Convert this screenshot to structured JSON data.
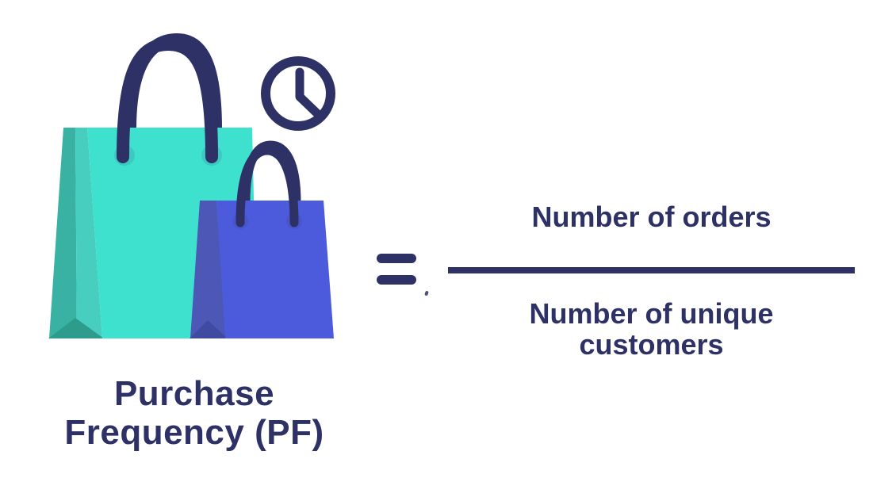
{
  "title": "Purchase Frequency (PF) formula infographic",
  "label": {
    "line1": "Purchase",
    "line2": "Frequency (PF)"
  },
  "equation": {
    "equals_symbol": "=",
    "numerator": "Number of orders",
    "denominator": "Number of unique customers",
    "denominator_lines": [
      "Number of unique",
      "customers"
    ]
  },
  "icons": [
    "shopping-bag-large-icon",
    "shopping-bag-small-icon",
    "clock-icon"
  ],
  "colors": {
    "navy": "#2d3166",
    "teal_front": "#3ee1cd",
    "teal_side_light": "#47cebe",
    "teal_side_dark": "#3ab2a3",
    "teal_fold": "#2d9c8d",
    "blue_front": "#4c5bdb",
    "blue_side": "#4d57b6",
    "blue_fold": "#3f4aa3",
    "halo": "rgba(45,49,102,0.13)",
    "background": "#ffffff"
  }
}
